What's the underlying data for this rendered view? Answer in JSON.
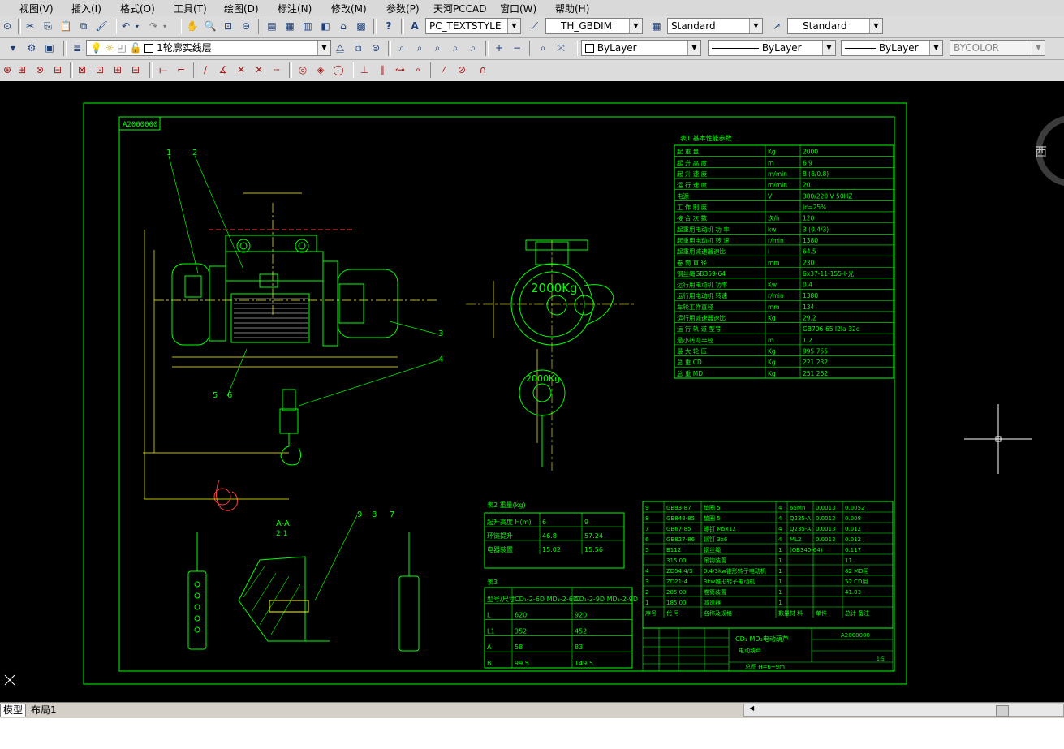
{
  "menu": [
    "视图(V)",
    "插入(I)",
    "格式(O)",
    "工具(T)",
    "绘图(D)",
    "标注(N)",
    "修改(M)",
    "参数(P)",
    "天河PCCAD",
    "窗口(W)",
    "帮助(H)"
  ],
  "styles": {
    "text_style": "PC_TEXTSTYLE",
    "dim_style": "TH_GBDIM",
    "table_style": "Standard",
    "multileader_style": "Standard"
  },
  "layer": {
    "current": "1轮廓实线层"
  },
  "properties": {
    "color": "ByLayer",
    "linetype": "ByLayer",
    "lineweight": "ByLayer",
    "plotstyle": "BYCOLOR"
  },
  "layout_tabs": [
    "模型",
    "布局1"
  ],
  "viewcube": {
    "face": "西"
  },
  "colors": {
    "canvas": "#000000",
    "drawing": "#00ff00",
    "hook": "#ff0000",
    "dims": "#ffff00",
    "crosshair": "#ffffff"
  },
  "drawing": {
    "sheet_code": "A2000000",
    "labels": [
      "1",
      "2",
      "3",
      "4",
      "5",
      "6",
      "7",
      "8",
      "9"
    ],
    "section_label": "A-A",
    "section_scale": "2:1",
    "stamp_front": "2000Kg",
    "stamp_hook": "2000Kg",
    "params": {
      "title": "表1 基本性能参数",
      "rows": [
        [
          "起 重 量",
          "Kg",
          "2000",
          ""
        ],
        [
          "起 升 高 度",
          "m",
          "6",
          "9"
        ],
        [
          "起 升 速 度",
          "m/min",
          "8 (8/0.8)",
          ""
        ],
        [
          "运 行 速 度",
          "m/min",
          "20",
          ""
        ],
        [
          "电源",
          "V",
          "380/220 V",
          "50HZ"
        ],
        [
          "工 作 制 度",
          "",
          "Jc=25%",
          ""
        ],
        [
          "接 合 次 数",
          "次/h",
          "120",
          ""
        ],
        [
          "起重用电动机 功 率",
          "kw",
          "3 (0.4/3)",
          ""
        ],
        [
          "起重用电动机 转 速",
          "r/min",
          "1380",
          ""
        ],
        [
          "起重用减速器速比",
          "i",
          "64.5",
          ""
        ],
        [
          "卷 筒 直 径",
          "mm",
          "230",
          ""
        ],
        [
          "钢丝绳GB359-64",
          "",
          "6x37-11-155-I-光",
          ""
        ],
        [
          "运行用电动机 功率",
          "Kw",
          "0.4",
          ""
        ],
        [
          "运行用电动机 转速",
          "r/min",
          "1380",
          ""
        ],
        [
          "车轮工作直径",
          "mm",
          "134",
          ""
        ],
        [
          "运行用减速器速比",
          "Kg",
          "29.2",
          ""
        ],
        [
          "运 行 轨 道 型号",
          "",
          "GB706-65",
          "I2la-32c"
        ],
        [
          "最小转弯半径",
          "m",
          "1.2",
          ""
        ],
        [
          "最 大 轮 压",
          "Kg",
          "995",
          "755"
        ],
        [
          "总 重 CD",
          "Kg",
          "221",
          "232"
        ],
        [
          "总 重 MD",
          "Kg",
          "251",
          "262"
        ]
      ]
    },
    "weights": {
      "title": "表2 重量(kg)",
      "header": [
        "起升高度 H(m)",
        "6",
        "9"
      ],
      "rows": [
        [
          "环链提升",
          "46.8",
          "57.24"
        ],
        [
          "电器装置",
          "15.02",
          "15.56"
        ]
      ]
    },
    "dims": {
      "title": "表3",
      "header": [
        "型号/尺寸",
        "CD₁-2-6D MD₁-2-6D",
        "CD₁-2-9D MD₁-2-9D"
      ],
      "rows": [
        [
          "L",
          "620",
          "920"
        ],
        [
          "L1",
          "352",
          "452"
        ],
        [
          "A",
          "58",
          "83"
        ],
        [
          "B",
          "99.5",
          "149.5"
        ]
      ]
    },
    "bom": [
      [
        "9",
        "GB93-87",
        "垫圈 5",
        "4",
        "65Mn",
        "0.0013",
        "0.0052"
      ],
      [
        "8",
        "GB848-85",
        "垫圈 5",
        "4",
        "Q235-A",
        "0.0013",
        "0.008"
      ],
      [
        "7",
        "GB67-85",
        "螺钉 M5x12",
        "4",
        "Q235-A",
        "0.0013",
        "0.012"
      ],
      [
        "6",
        "GB827-86",
        "铆钉 3x6",
        "4",
        "ML2",
        "0.0013",
        "0.012"
      ],
      [
        "5",
        "B112",
        "钢丝绳",
        "1",
        "(GB340-64)",
        "",
        "0.117"
      ],
      [
        "",
        "315.00",
        "吊钩装置",
        "1",
        "",
        "",
        "11"
      ],
      [
        "4",
        "ZD54.4/3",
        "0.4/3kw锥形转子电动机",
        "1",
        "",
        "",
        "82 MD用"
      ],
      [
        "3",
        "ZD21-4",
        "3kw锥形转子电动机",
        "1",
        "",
        "",
        "52 CD用"
      ],
      [
        "2",
        "285.00",
        "卷筒装置",
        "1",
        "",
        "",
        "41.83"
      ],
      [
        "1",
        "185.00",
        "减速器",
        "1",
        "",
        "",
        ""
      ]
    ],
    "bom_header": [
      "序号",
      "代 号",
      "名称及规格",
      "数量",
      "材 料",
      "单件",
      "总计 备注"
    ],
    "title_block": {
      "name": "CD₁ MD₁电动葫芦",
      "sub": "电动葫芦",
      "code": "A2000000",
      "height_note": "总图 H=6~9m",
      "scale": "1:5"
    }
  }
}
